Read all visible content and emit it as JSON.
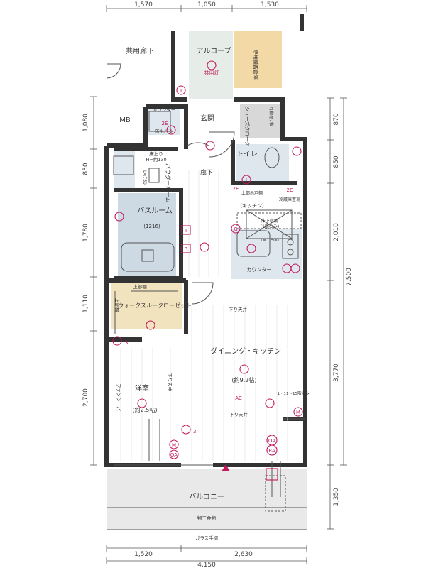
{
  "dimensions": {
    "top": [
      "1,570",
      "1,050",
      "1,530"
    ],
    "bottom": [
      "1,520",
      "2,630"
    ],
    "bottom_total": "4,150",
    "left": [
      "1,080",
      "830",
      "1,780",
      "1,110",
      "2,700"
    ],
    "right": [
      "870",
      "850",
      "2,010",
      "3,770",
      "1,350"
    ],
    "right_total": "7,500"
  },
  "rooms": {
    "common_corridor": "共用廊下",
    "alcove": "アルコーブ",
    "common_light": "共用灯",
    "storage": "専用備蓄倉庫",
    "mb": "MB",
    "entrance": "玄関",
    "shoes_closet": "シューズクローク",
    "movable_shelf": "可動棚7枚",
    "counter_top": "カウンター",
    "waterproof_pan": "防水パン",
    "floor_raised": "床上り",
    "floor_raised_h": "H=約130",
    "powder_room": "パウダールーム",
    "toilet": "トイレ",
    "corridor": "廊下",
    "bath": "バスルーム",
    "bath_size": "(1216)",
    "upper_cabinet_2e": "上部吊戸棚",
    "kitchen_label": "（キッチン）",
    "fridge_space": "冷蔵庫置場",
    "underfloor_storage": "床下収納",
    "underfloor_note": "(1階のみ)",
    "underfloor_l": "L≒1,500",
    "counter": "カウンター",
    "upper_shelf": "上部棚",
    "upper_shelf_v": "上部棚",
    "walk_through": "ウォークスルークローゼット",
    "lower_ceiling": "下り天井",
    "dining": "ダイニング・キッチン",
    "dining_size": "(約9.2帖)",
    "western": "洋室",
    "western_size": "(約2.5帖)",
    "fancy_bar": "ファンシーバー",
    "ac": "AC",
    "floors_note": "1・11〜15階のみ",
    "balcony": "バルコニー",
    "hanger": "物干金物",
    "glass_rail": "ガラス手摺"
  },
  "markers": {
    "i": "I",
    "r": "R",
    "m": "M",
    "oa": "OA",
    "ra": "RA",
    "two_e": "2E",
    "three": "3",
    "g": "G",
    "l750": "L≒750"
  },
  "colors": {
    "wall": "#333333",
    "storage_fill": "#f2d9a6",
    "alcove_fill": "#e6ece8",
    "bath_fill": "#cdd9e3",
    "wet_fill": "#dfe7ee",
    "balcony_fill": "#e9e9e9",
    "marker": "#c2185b",
    "grey_fill": "#d8d8d8",
    "closet_fill": "#f2e3bf"
  }
}
